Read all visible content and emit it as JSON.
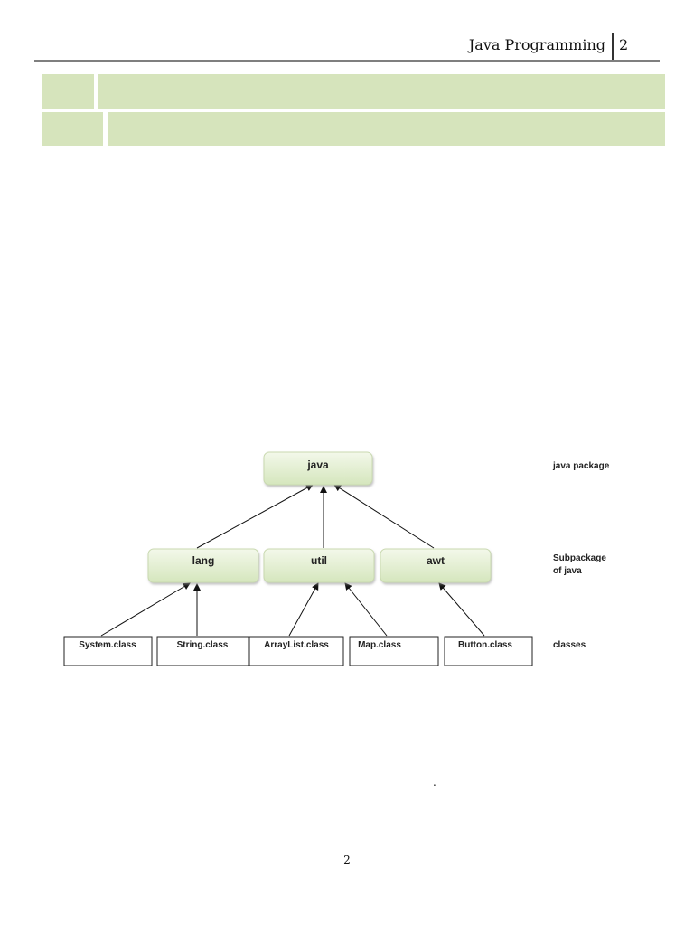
{
  "header": {
    "title": "Java Programming",
    "page": "2"
  },
  "diagram": {
    "root": "java",
    "subpackages": [
      "lang",
      "util",
      "awt"
    ],
    "classes": [
      "System.class",
      "String.class",
      "ArrayList.class",
      "Map.class",
      "Button.class"
    ],
    "level_labels": {
      "package": "java package",
      "subpackage_line1": "Subpackage",
      "subpackage_line2": "of java",
      "classes": "classes"
    }
  },
  "footer": {
    "dot": ".",
    "page_number": "2"
  }
}
